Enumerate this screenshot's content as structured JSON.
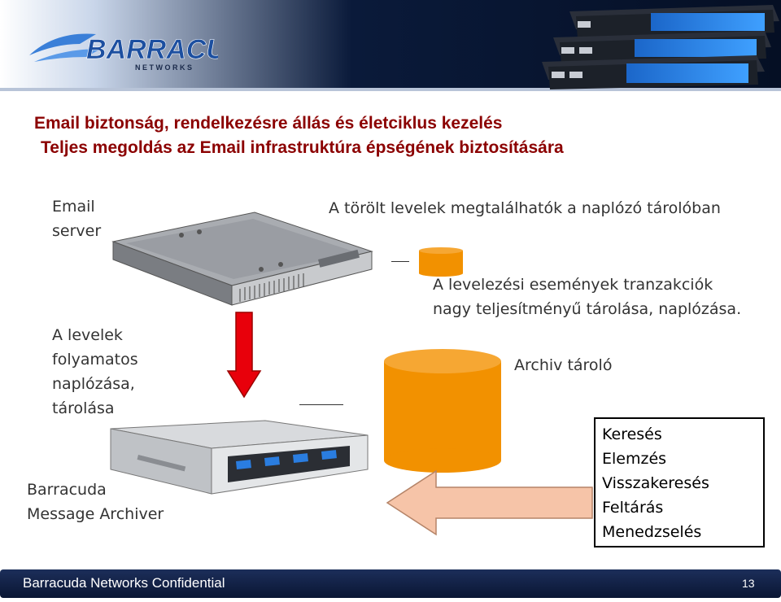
{
  "brand": {
    "logo_name": "BARRACUDA",
    "logo_sub": "N E T W O R K S",
    "colors": {
      "header_dark": "#0a1a3a",
      "header_light": "#ffffff",
      "title": "#8b0000",
      "accent_orange": "#f29100",
      "arrow_red": "#e8000b",
      "arrow_peach": "#f6c4a8"
    }
  },
  "title": {
    "line1": "Email biztonság, rendelkezésre állás és életciklus kezelés",
    "line2": "Teljes megoldás az Email infrastruktúra épségének biztosítására"
  },
  "labels": {
    "email_server": "Email\nserver",
    "deleted_found": "A törölt levelek megtalálhatók a naplózó tárolóban",
    "continuous_logging": "A levelek\nfolyamatos\nnaplózása,\ntárolása",
    "transactions": "A levelezési események tranzakciók\nnagy teljesítményű tárolása, naplózása.",
    "archive_store": "Archiv tároló",
    "archiver_device": "Barracuda\nMessage Archiver"
  },
  "features": [
    "Keresés",
    "Elemzés",
    "Visszakeresés",
    "Feltárás",
    "Menedzselés"
  ],
  "footer": {
    "confidential": "Barracuda Networks Confidential",
    "page_number": "13"
  }
}
